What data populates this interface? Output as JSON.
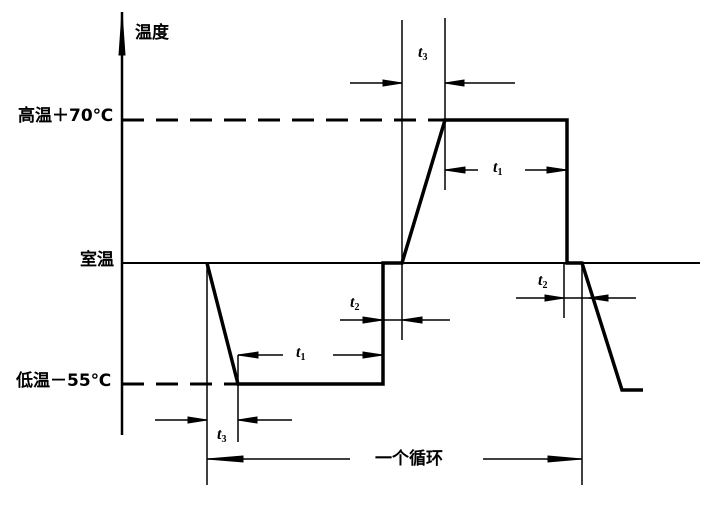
{
  "diagram": {
    "type": "temperature cycle profile",
    "y_axis_label": "温度",
    "levels": {
      "high": "高温＋70℃",
      "room": "室温",
      "low": "低温－55℃"
    },
    "time_labels": {
      "t1_low": "t",
      "t1_low_sub": "1",
      "t1_high": "t",
      "t1_high_sub": "1",
      "t2_left": "t",
      "t2_left_sub": "2",
      "t2_right": "t",
      "t2_right_sub": "2",
      "t3_low": "t",
      "t3_low_sub": "3",
      "t3_high": "t",
      "t3_high_sub": "3"
    },
    "cycle_label": "一个循环",
    "colors": {
      "line": "#000000",
      "background": "#ffffff"
    }
  }
}
